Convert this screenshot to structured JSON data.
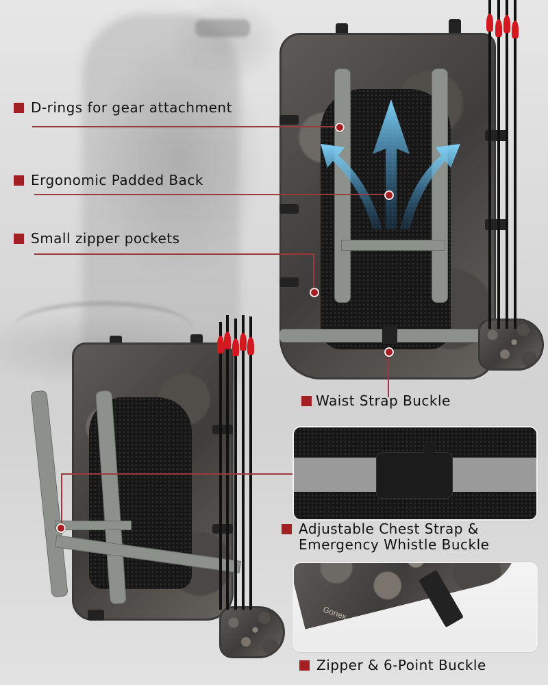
{
  "product": {
    "brand_mark": "Gonex",
    "colors": {
      "accent_red": "#a31f24",
      "callout_line": "#9b3a3c",
      "text": "#111111",
      "background": "#dcdcdc",
      "airflow_blue": "#4fb3e8",
      "fletching_red": "#d3191f"
    }
  },
  "callouts": [
    {
      "id": "d-rings",
      "label": "D-rings for gear attachment"
    },
    {
      "id": "padded-back",
      "label": "Ergonomic Padded Back"
    },
    {
      "id": "zipper-pockets",
      "label": "Small zipper pockets"
    },
    {
      "id": "waist-buckle",
      "label": "Waist Strap Buckle"
    },
    {
      "id": "chest-strap",
      "label_line1": "Adjustable Chest Strap &",
      "label_line2": "Emergency Whistle Buckle"
    },
    {
      "id": "zipper-buckle",
      "label": "Zipper & 6-Point Buckle"
    }
  ],
  "icons": {
    "bullet": "red-square",
    "callout_end": "red-dot",
    "airflow": "blue-up-arrow"
  }
}
